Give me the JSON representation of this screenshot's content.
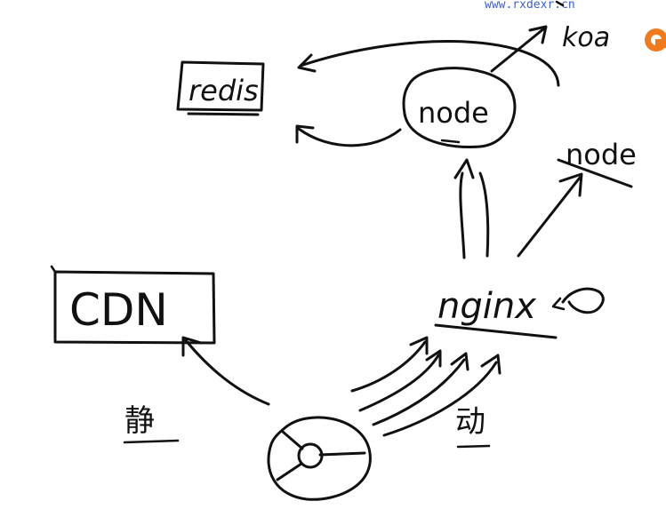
{
  "watermark": {
    "text": "www.rxdexr.cn"
  },
  "nodes": {
    "redis": "redis",
    "node_main": "node",
    "node_side": "node",
    "koa": "koa",
    "cdn": "CDN",
    "nginx": "nginx",
    "static": "静",
    "dynamic": "动"
  },
  "logo": {
    "color": "#f07a1c"
  }
}
